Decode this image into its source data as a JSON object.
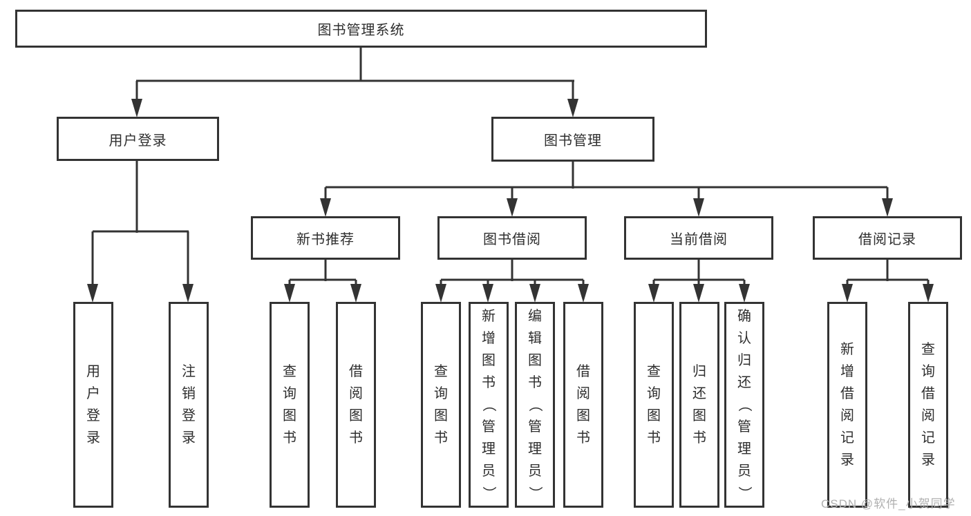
{
  "colors": {
    "background": "#ffffff",
    "line": "#333333",
    "box_border": "#333333",
    "text": "#2e2e2e",
    "watermark_text": "#b0b0b0"
  },
  "tree": {
    "root": {
      "label": "图书管理系统"
    },
    "level2": [
      {
        "id": "user-login",
        "label": "用户登录",
        "parent": "图书管理系统"
      },
      {
        "id": "book-management",
        "label": "图书管理",
        "parent": "图书管理系统"
      }
    ],
    "level3": [
      {
        "id": "new-book-recommend",
        "label": "新书推荐",
        "parent": "图书管理"
      },
      {
        "id": "book-borrow",
        "label": "图书借阅",
        "parent": "图书管理"
      },
      {
        "id": "current-borrow",
        "label": "当前借阅",
        "parent": "图书管理"
      },
      {
        "id": "borrow-records",
        "label": "借阅记录",
        "parent": "图书管理"
      }
    ],
    "leaves": [
      {
        "id": "leaf-user-login",
        "label": "用户登录",
        "parent": "用户登录"
      },
      {
        "id": "leaf-logout",
        "label": "注销登录",
        "parent": "用户登录"
      },
      {
        "id": "leaf-query-book-recommend",
        "label": "查询图书",
        "parent": "新书推荐"
      },
      {
        "id": "leaf-borrow-book-recommend",
        "label": "借阅图书",
        "parent": "新书推荐"
      },
      {
        "id": "leaf-query-book-borrow",
        "label": "查询图书",
        "parent": "图书借阅"
      },
      {
        "id": "leaf-add-book-admin",
        "label": "新增图书（管理员）",
        "parent": "图书借阅"
      },
      {
        "id": "leaf-edit-book-admin",
        "label": "编辑图书（管理员）",
        "parent": "图书借阅"
      },
      {
        "id": "leaf-borrow-book-borrow",
        "label": "借阅图书",
        "parent": "图书借阅"
      },
      {
        "id": "leaf-query-book-current",
        "label": "查询图书",
        "parent": "当前借阅"
      },
      {
        "id": "leaf-return-book",
        "label": "归还图书",
        "parent": "当前借阅"
      },
      {
        "id": "leaf-confirm-return-admin",
        "label": "确认归还（管理员）",
        "parent": "当前借阅"
      },
      {
        "id": "leaf-add-borrow-record",
        "label": "新增借阅记录",
        "parent": "借阅记录"
      },
      {
        "id": "leaf-query-borrow-record",
        "label": "查询借阅记录",
        "parent": "借阅记录"
      }
    ]
  },
  "watermark": {
    "text": "CSDN @软件_小贺同学"
  }
}
